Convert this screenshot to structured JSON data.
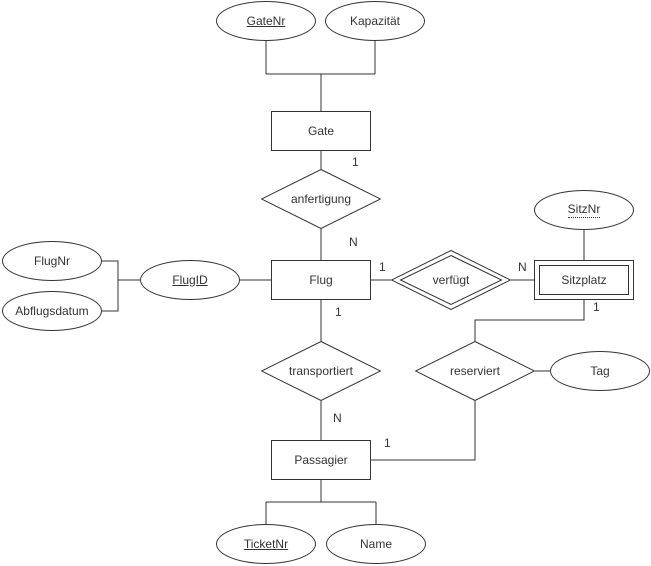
{
  "colors": {
    "stroke": "#333333",
    "text": "#333333",
    "canvas": "#ffffff"
  },
  "entities": {
    "gate": {
      "label": "Gate",
      "type": "strong"
    },
    "flug": {
      "label": "Flug",
      "type": "strong"
    },
    "sitzplatz": {
      "label": "Sitzplatz",
      "type": "weak"
    },
    "passagier": {
      "label": "Passagier",
      "type": "strong"
    }
  },
  "relationships": {
    "anfertigung": {
      "label": "anfertigung",
      "identifying": false
    },
    "verfuegt": {
      "label": "verfügt",
      "identifying": true
    },
    "transportiert": {
      "label": "transportiert",
      "identifying": false
    },
    "reserviert": {
      "label": "reserviert",
      "identifying": false
    }
  },
  "attributes": {
    "gatenr": {
      "label": "GateNr",
      "key": "primary"
    },
    "kapazitaet": {
      "label": "Kapazität",
      "key": "none"
    },
    "flugnr": {
      "label": "FlugNr",
      "key": "none"
    },
    "abflugsdatum": {
      "label": "Abflugsdatum",
      "key": "none"
    },
    "flugid": {
      "label": "FlugID",
      "key": "primary"
    },
    "sitznr": {
      "label": "SitzNr",
      "key": "partial"
    },
    "tag": {
      "label": "Tag",
      "key": "none"
    },
    "ticketnr": {
      "label": "TicketNr",
      "key": "primary"
    },
    "name": {
      "label": "Name",
      "key": "none"
    }
  },
  "cardinalities": {
    "gate_anfertigung": "1",
    "anfertigung_flug": "N",
    "flug_verfuegt": "1",
    "verfuegt_sitzplatz": "N",
    "flug_transportiert": "1",
    "transportiert_passagier": "N",
    "sitzplatz_reserviert": "1",
    "passagier_reserviert": "1"
  }
}
